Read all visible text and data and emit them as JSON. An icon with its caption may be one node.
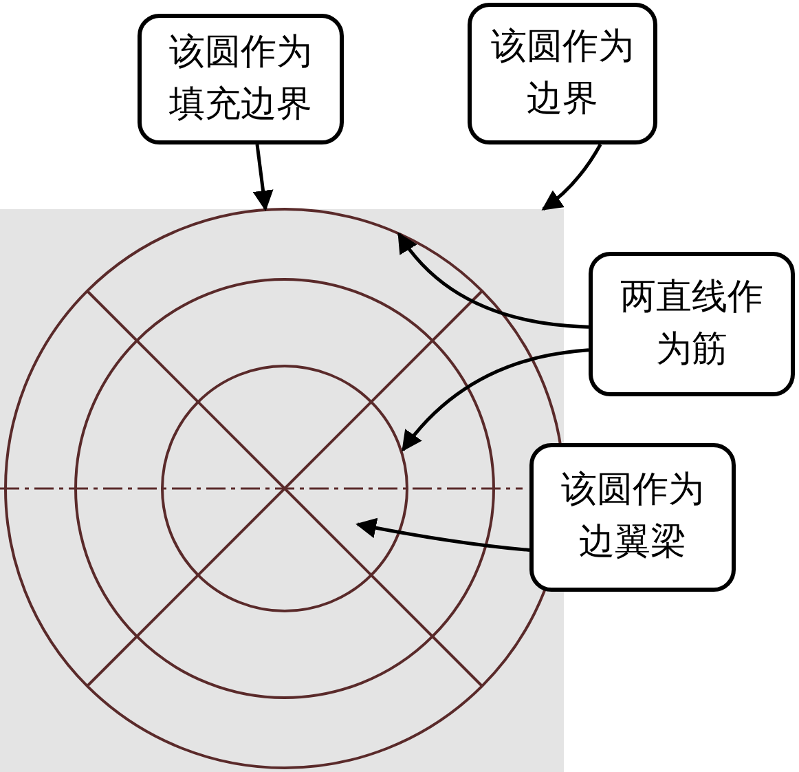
{
  "diagram": {
    "nodes": [
      {
        "text": [
          "该圆作为填充边界"
        ]
      },
      {
        "text": [
          "该圆作为边界"
        ]
      },
      {
        "text": [
          "两直线作为筋"
        ]
      },
      {
        "text": [
          "该圆作为边翼梁"
        ]
      }
    ],
    "edges": [
      {
        "from": 0,
        "to": null,
        "arrow": "to"
      },
      {
        "from": 1,
        "to": null,
        "arrow": "to"
      },
      {
        "from": 2,
        "to": null,
        "arrow": "to"
      },
      {
        "from": 2,
        "to": null,
        "arrow": "to"
      },
      {
        "from": 3,
        "to": null,
        "arrow": "to"
      }
    ]
  }
}
